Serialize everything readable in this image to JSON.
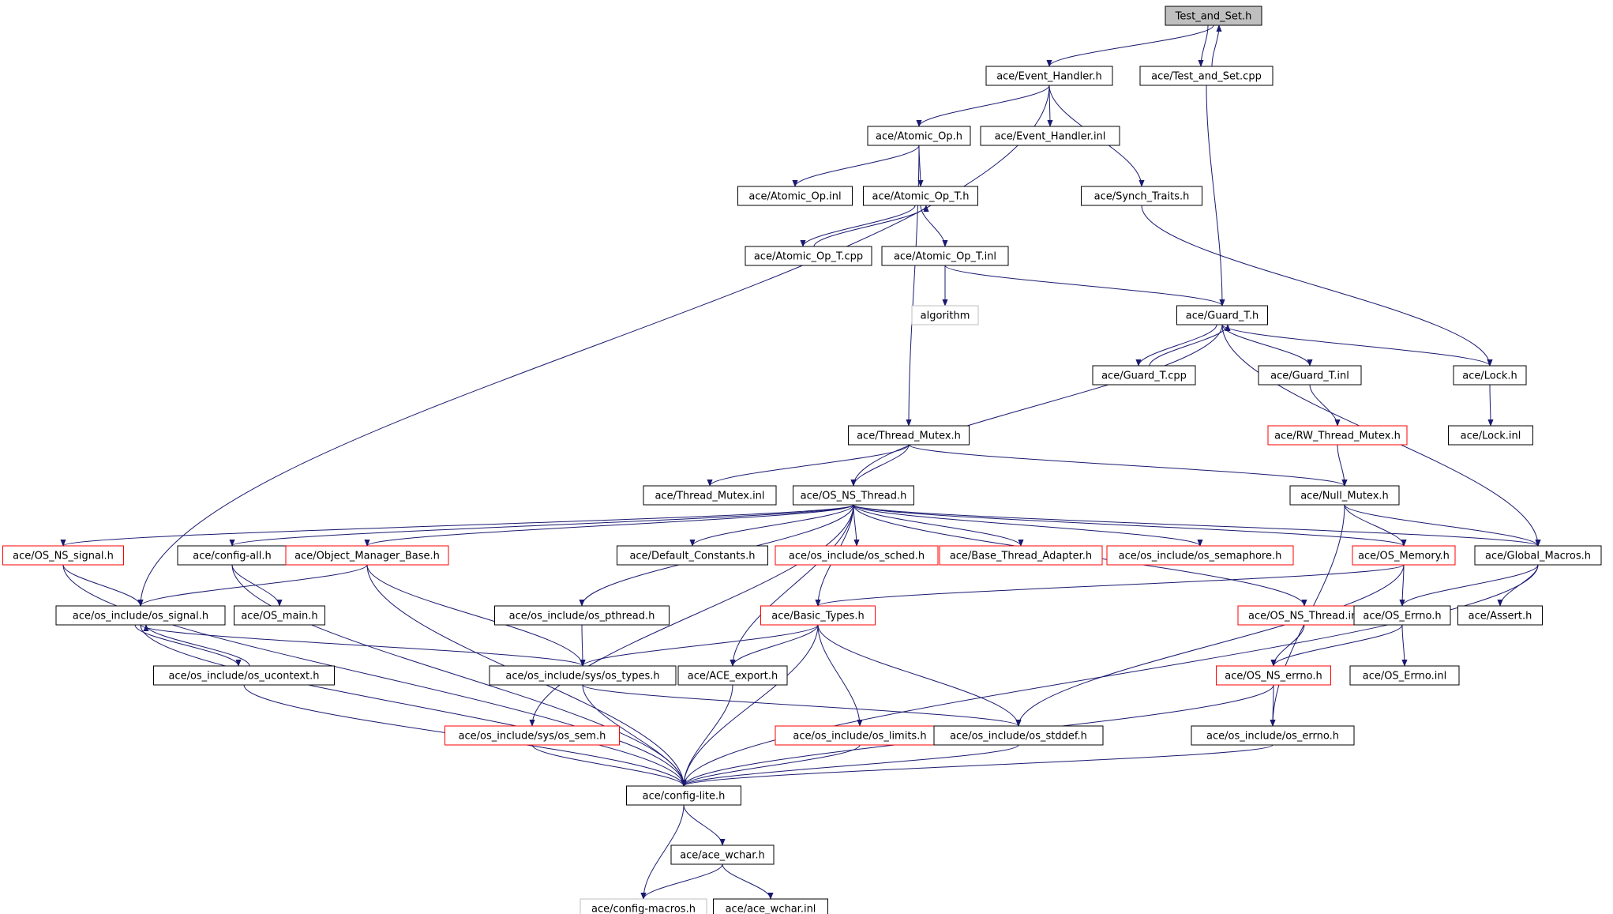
{
  "colors": {
    "edge": "#191970",
    "node_border_default": "#000000",
    "node_border_red": "#ff0000",
    "node_border_gray": "#bfbfbf",
    "node_fill_root": "#bfbfbf",
    "node_fill": "#ffffff"
  },
  "nodes": [
    {
      "id": "n0",
      "label": "Test_and_Set.h",
      "style": "root"
    },
    {
      "id": "n1",
      "label": "ace/Event_Handler.h",
      "style": "black"
    },
    {
      "id": "n2",
      "label": "ace/Test_and_Set.cpp",
      "style": "black"
    },
    {
      "id": "n3",
      "label": "ace/Atomic_Op.h",
      "style": "black"
    },
    {
      "id": "n4",
      "label": "ace/Event_Handler.inl",
      "style": "black"
    },
    {
      "id": "n5",
      "label": "ace/Atomic_Op.inl",
      "style": "black"
    },
    {
      "id": "n6",
      "label": "ace/Atomic_Op_T.h",
      "style": "black"
    },
    {
      "id": "n7",
      "label": "ace/Synch_Traits.h",
      "style": "black"
    },
    {
      "id": "n8",
      "label": "ace/Atomic_Op_T.cpp",
      "style": "black"
    },
    {
      "id": "n9",
      "label": "ace/Atomic_Op_T.inl",
      "style": "black"
    },
    {
      "id": "n10",
      "label": "algorithm",
      "style": "gray"
    },
    {
      "id": "n11",
      "label": "ace/Guard_T.h",
      "style": "black"
    },
    {
      "id": "n12",
      "label": "ace/Guard_T.cpp",
      "style": "black"
    },
    {
      "id": "n13",
      "label": "ace/Guard_T.inl",
      "style": "black"
    },
    {
      "id": "n14",
      "label": "ace/Lock.h",
      "style": "black"
    },
    {
      "id": "n15",
      "label": "ace/RW_Thread_Mutex.h",
      "style": "red"
    },
    {
      "id": "n16",
      "label": "ace/Lock.inl",
      "style": "black"
    },
    {
      "id": "n17",
      "label": "ace/Thread_Mutex.h",
      "style": "black"
    },
    {
      "id": "n18",
      "label": "ace/Thread_Mutex.inl",
      "style": "black"
    },
    {
      "id": "n19",
      "label": "ace/OS_NS_Thread.h",
      "style": "black"
    },
    {
      "id": "n20",
      "label": "ace/Null_Mutex.h",
      "style": "black"
    },
    {
      "id": "n21",
      "label": "ace/OS_NS_signal.h",
      "style": "red"
    },
    {
      "id": "n22",
      "label": "ace/config-all.h",
      "style": "black"
    },
    {
      "id": "n23",
      "label": "ace/Object_Manager_Base.h",
      "style": "red"
    },
    {
      "id": "n24",
      "label": "ace/Default_Constants.h",
      "style": "black"
    },
    {
      "id": "n25",
      "label": "ace/os_include/os_sched.h",
      "style": "red"
    },
    {
      "id": "n26",
      "label": "ace/Base_Thread_Adapter.h",
      "style": "red"
    },
    {
      "id": "n27",
      "label": "ace/os_include/os_semaphore.h",
      "style": "red"
    },
    {
      "id": "n28",
      "label": "ace/OS_Memory.h",
      "style": "red"
    },
    {
      "id": "n29",
      "label": "ace/Global_Macros.h",
      "style": "black"
    },
    {
      "id": "n30",
      "label": "ace/os_include/os_signal.h",
      "style": "black"
    },
    {
      "id": "n31",
      "label": "ace/OS_main.h",
      "style": "black"
    },
    {
      "id": "n32",
      "label": "ace/os_include/os_pthread.h",
      "style": "black"
    },
    {
      "id": "n33",
      "label": "ace/Basic_Types.h",
      "style": "red"
    },
    {
      "id": "n34",
      "label": "ace/OS_NS_Thread.inl",
      "style": "red"
    },
    {
      "id": "n35",
      "label": "ace/OS_Errno.h",
      "style": "black"
    },
    {
      "id": "n36",
      "label": "ace/Assert.h",
      "style": "black"
    },
    {
      "id": "n37",
      "label": "ace/os_include/os_ucontext.h",
      "style": "black"
    },
    {
      "id": "n38",
      "label": "ace/os_include/sys/os_types.h",
      "style": "black"
    },
    {
      "id": "n39",
      "label": "ace/ACE_export.h",
      "style": "black"
    },
    {
      "id": "n40",
      "label": "ace/OS_NS_errno.h",
      "style": "red"
    },
    {
      "id": "n41",
      "label": "ace/OS_Errno.inl",
      "style": "black"
    },
    {
      "id": "n42",
      "label": "ace/os_include/sys/os_sem.h",
      "style": "red"
    },
    {
      "id": "n43",
      "label": "ace/os_include/os_limits.h",
      "style": "red"
    },
    {
      "id": "n44",
      "label": "ace/os_include/os_stddef.h",
      "style": "black"
    },
    {
      "id": "n45",
      "label": "ace/os_include/os_errno.h",
      "style": "black"
    },
    {
      "id": "n46",
      "label": "ace/config-lite.h",
      "style": "black"
    },
    {
      "id": "n47",
      "label": "ace/ace_wchar.h",
      "style": "black"
    },
    {
      "id": "n48",
      "label": "ace/config-macros.h",
      "style": "gray"
    },
    {
      "id": "n49",
      "label": "ace/ace_wchar.inl",
      "style": "black"
    }
  ],
  "edges": [
    [
      "n0",
      "n1"
    ],
    [
      "n0",
      "n2"
    ],
    [
      "n2",
      "n0"
    ],
    [
      "n2",
      "n11"
    ],
    [
      "n1",
      "n30"
    ],
    [
      "n1",
      "n3"
    ],
    [
      "n1",
      "n4"
    ],
    [
      "n1",
      "n7"
    ],
    [
      "n3",
      "n5"
    ],
    [
      "n3",
      "n6"
    ],
    [
      "n3",
      "n17"
    ],
    [
      "n6",
      "n8"
    ],
    [
      "n8",
      "n6"
    ],
    [
      "n6",
      "n9"
    ],
    [
      "n9",
      "n10"
    ],
    [
      "n9",
      "n11"
    ],
    [
      "n7",
      "n14"
    ],
    [
      "n11",
      "n12"
    ],
    [
      "n12",
      "n11"
    ],
    [
      "n11",
      "n13"
    ],
    [
      "n11",
      "n14"
    ],
    [
      "n11",
      "n29"
    ],
    [
      "n11",
      "n19"
    ],
    [
      "n13",
      "n15"
    ],
    [
      "n15",
      "n20"
    ],
    [
      "n14",
      "n16"
    ],
    [
      "n17",
      "n18"
    ],
    [
      "n17",
      "n19"
    ],
    [
      "n17",
      "n20"
    ],
    [
      "n20",
      "n28"
    ],
    [
      "n20",
      "n29"
    ],
    [
      "n20",
      "n45"
    ],
    [
      "n19",
      "n21"
    ],
    [
      "n19",
      "n22"
    ],
    [
      "n19",
      "n23"
    ],
    [
      "n19",
      "n24"
    ],
    [
      "n19",
      "n25"
    ],
    [
      "n19",
      "n26"
    ],
    [
      "n19",
      "n27"
    ],
    [
      "n19",
      "n28"
    ],
    [
      "n19",
      "n29"
    ],
    [
      "n19",
      "n34"
    ],
    [
      "n19",
      "n33"
    ],
    [
      "n19",
      "n32"
    ],
    [
      "n19",
      "n39"
    ],
    [
      "n19",
      "n42"
    ],
    [
      "n21",
      "n30"
    ],
    [
      "n21",
      "n46"
    ],
    [
      "n22",
      "n31"
    ],
    [
      "n22",
      "n46"
    ],
    [
      "n23",
      "n30"
    ],
    [
      "n23",
      "n38"
    ],
    [
      "n23",
      "n46"
    ],
    [
      "n28",
      "n33"
    ],
    [
      "n28",
      "n35"
    ],
    [
      "n28",
      "n44"
    ],
    [
      "n29",
      "n35"
    ],
    [
      "n29",
      "n36"
    ],
    [
      "n29",
      "n46"
    ],
    [
      "n30",
      "n37"
    ],
    [
      "n37",
      "n30"
    ],
    [
      "n30",
      "n38"
    ],
    [
      "n30",
      "n46"
    ],
    [
      "n37",
      "n46"
    ],
    [
      "n32",
      "n38"
    ],
    [
      "n33",
      "n38"
    ],
    [
      "n33",
      "n39"
    ],
    [
      "n33",
      "n43"
    ],
    [
      "n33",
      "n44"
    ],
    [
      "n33",
      "n46"
    ],
    [
      "n34",
      "n40"
    ],
    [
      "n35",
      "n40"
    ],
    [
      "n35",
      "n41"
    ],
    [
      "n40",
      "n45"
    ],
    [
      "n40",
      "n46"
    ],
    [
      "n38",
      "n44"
    ],
    [
      "n38",
      "n46"
    ],
    [
      "n39",
      "n46"
    ],
    [
      "n42",
      "n46"
    ],
    [
      "n43",
      "n46"
    ],
    [
      "n44",
      "n46"
    ],
    [
      "n45",
      "n46"
    ],
    [
      "n46",
      "n47"
    ],
    [
      "n46",
      "n48"
    ],
    [
      "n47",
      "n48"
    ],
    [
      "n47",
      "n49"
    ]
  ]
}
